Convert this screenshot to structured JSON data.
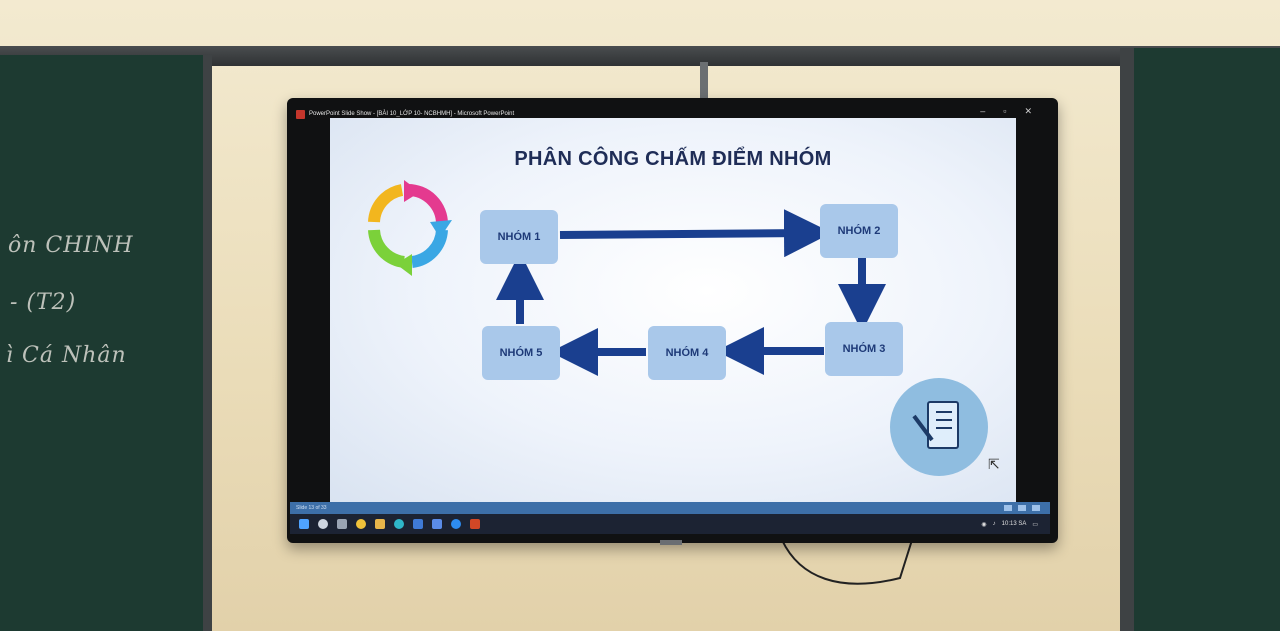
{
  "chalkboard": {
    "line1": "ôn CHINH",
    "line2": "- (T2)",
    "line3": "ì Cá Nhân"
  },
  "window": {
    "title": "PowerPoint Slide Show - [BÀI 10_LỚP 10- NCBHMH] - Microsoft PowerPoint",
    "minimize": "–",
    "maximize": "▫",
    "close": "✕"
  },
  "slide": {
    "title": "PHÂN CÔNG CHẤM ĐIỂM NHÓM",
    "nodes": [
      "NHÓM 1",
      "NHÓM 2",
      "NHÓM 3",
      "NHÓM 4",
      "NHÓM 5"
    ]
  },
  "statusbar": {
    "slide_info": "Slide 13 of 33"
  },
  "taskbar": {
    "tray_time": "10:13 SA",
    "icons": [
      "windows-start",
      "search",
      "task-view",
      "chrome",
      "file-explorer",
      "edge",
      "store",
      "photos",
      "zalo",
      "powerpoint"
    ]
  },
  "colors": {
    "arrow": "#1a3f8f",
    "node_fill": "#a9c8ea",
    "title": "#1f2d57",
    "accent_powerpoint": "#c4362c"
  }
}
